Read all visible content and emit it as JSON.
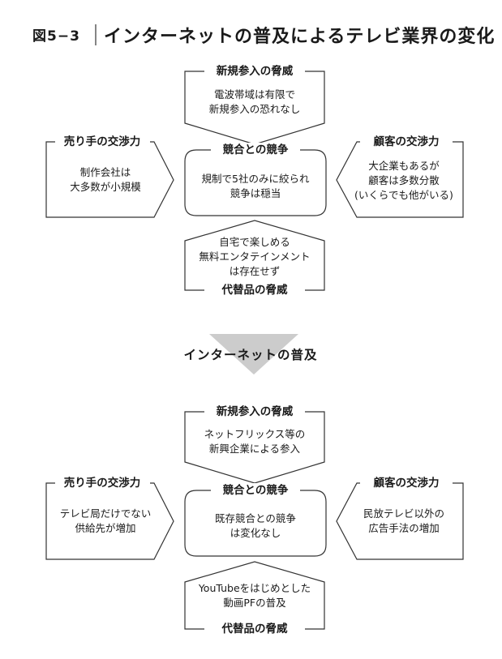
{
  "figure": {
    "number": "図5−3",
    "title": "インターネットの普及によるテレビ業界の変化"
  },
  "transition_label": "インターネットの普及",
  "before": {
    "new_entrants": {
      "label": "新規参入の脅威",
      "text": [
        "電波帯域は有限で",
        "新規参入の恐れなし"
      ]
    },
    "suppliers": {
      "label": "売り手の交渉力",
      "text": [
        "制作会社は",
        "大多数が小規模"
      ]
    },
    "rivalry": {
      "label": "競合との競争",
      "text": [
        "規制で5社のみに絞られ",
        "競争は穏当"
      ]
    },
    "buyers": {
      "label": "顧客の交渉力",
      "text": [
        "大企業もあるが",
        "顧客は多数分散",
        "(いくらでも他がいる)"
      ]
    },
    "substitutes": {
      "label": "代替品の脅威",
      "text": [
        "自宅で楽しめる",
        "無料エンタテインメント",
        "は存在せず"
      ]
    }
  },
  "after": {
    "new_entrants": {
      "label": "新規参入の脅威",
      "text": [
        "ネットフリックス等の",
        "新興企業による参入"
      ]
    },
    "suppliers": {
      "label": "売り手の交渉力",
      "text": [
        "テレビ局だけでない",
        "供給先が増加"
      ]
    },
    "rivalry": {
      "label": "競合との競争",
      "text": [
        "既存競合との競争",
        "は変化なし"
      ]
    },
    "buyers": {
      "label": "顧客の交渉力",
      "text": [
        "民放テレビ以外の",
        "広告手法の増加"
      ]
    },
    "substitutes": {
      "label": "代替品の脅威",
      "text": [
        "YouTubeをはじめとした",
        "動画PFの普及"
      ]
    }
  },
  "colors": {
    "line": "#333333",
    "arrow_fill": "#cccccc",
    "text": "#1a1a1a"
  }
}
